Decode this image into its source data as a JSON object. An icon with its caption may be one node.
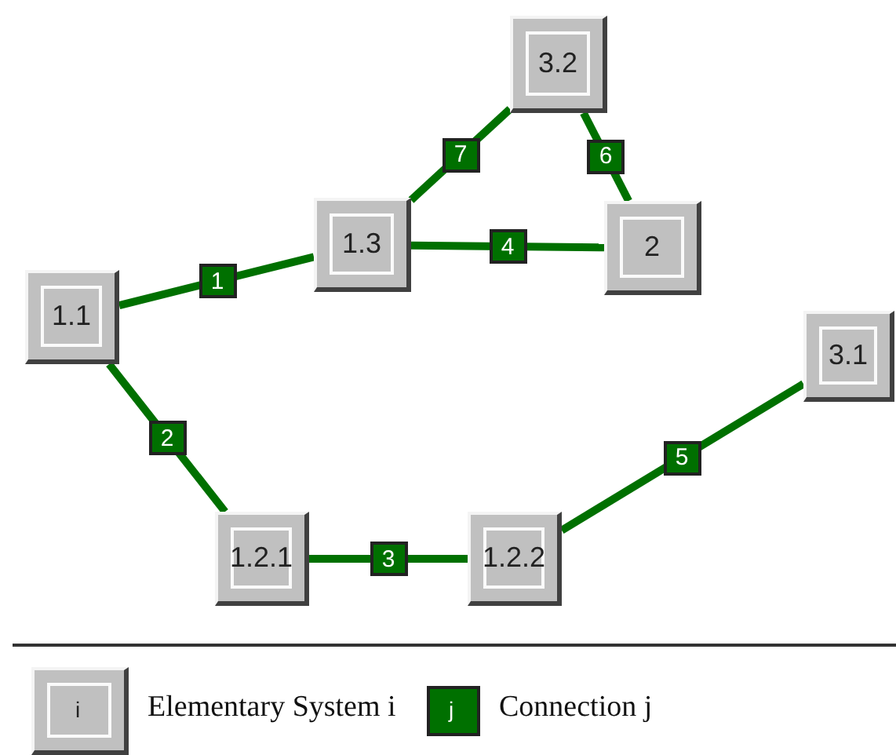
{
  "diagram": {
    "nodes": [
      {
        "text": [
          "3.2"
        ]
      },
      {
        "text": [
          "1.3"
        ]
      },
      {
        "text": [
          "2"
        ]
      },
      {
        "text": [
          "1.1"
        ]
      },
      {
        "text": [
          "3.1"
        ]
      },
      {
        "text": [
          "1.2.1"
        ]
      },
      {
        "text": [
          "1.2.2"
        ]
      }
    ],
    "edges": [
      {
        "from": 3,
        "to": 1,
        "arrow": "none",
        "label": "1"
      },
      {
        "from": 3,
        "to": 5,
        "arrow": "none",
        "label": "2"
      },
      {
        "from": 5,
        "to": 6,
        "arrow": "none",
        "label": "3"
      },
      {
        "from": 1,
        "to": 2,
        "arrow": "none",
        "label": "4"
      },
      {
        "from": 6,
        "to": 4,
        "arrow": "none",
        "label": "5"
      },
      {
        "from": 0,
        "to": 2,
        "arrow": "none",
        "label": "6"
      },
      {
        "from": 1,
        "to": 0,
        "arrow": "none",
        "label": "7"
      }
    ],
    "labels": [
      "i",
      "j"
    ],
    "legend": [
      {
        "text": "Elementary System i",
        "color": "#c0c0c0"
      },
      {
        "text": "Connection j",
        "color": "#007000"
      }
    ]
  }
}
